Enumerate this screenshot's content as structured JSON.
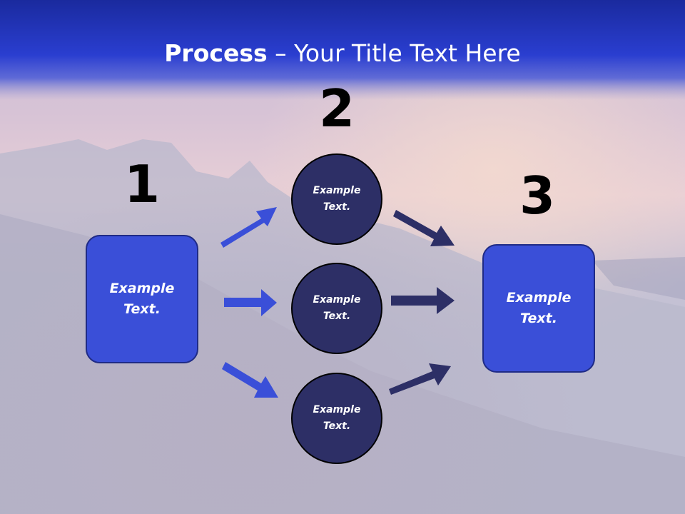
{
  "title": {
    "bold": "Process",
    "rest": " – Your Title Text Here"
  },
  "steps": {
    "one": "1",
    "two": "2",
    "three": "3"
  },
  "boxes": {
    "left": "Example Text.",
    "right": "Example Text."
  },
  "circles": {
    "top": "Example Text.",
    "middle": "Example Text.",
    "bottom": "Example Text."
  },
  "colors": {
    "box": "#3a4fd8",
    "circle": "#2d2f66",
    "left_arrows": "#3a4fd8",
    "right_arrows": "#2d2f66",
    "header": "#2233b0"
  }
}
